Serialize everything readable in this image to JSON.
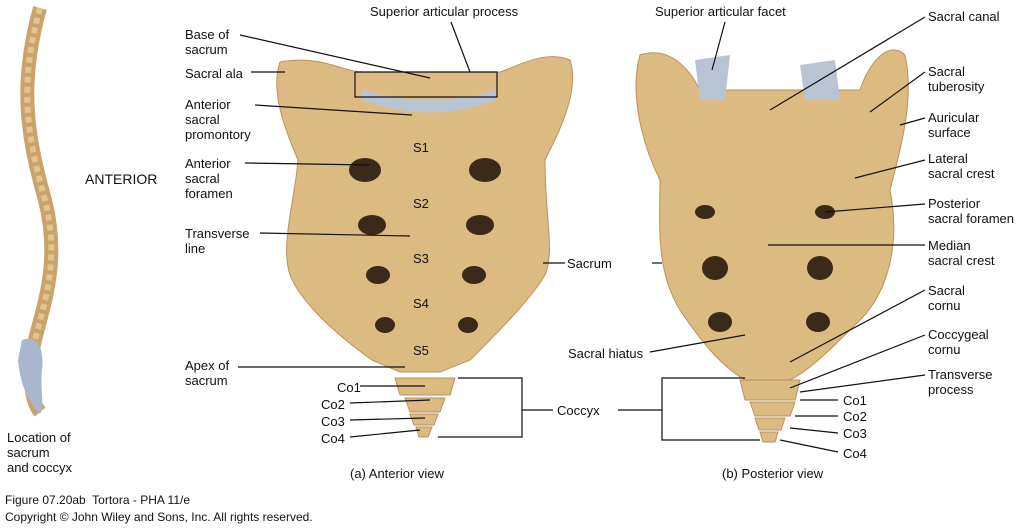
{
  "spine_panel": {
    "orientation": "ANTERIOR",
    "location": "Location of\nsacrum\nand coccyx"
  },
  "anterior": {
    "caption": "(a) Anterior view",
    "labels": {
      "base": "Base of\nsacrum",
      "sup_proc": "Superior articular process",
      "ala": "Sacral ala",
      "promontory": "Anterior\nsacral\npromontory",
      "foramen": "Anterior\nsacral\nforamen",
      "transverse": "Transverse\nline",
      "apex": "Apex of\nsacrum",
      "sacrum": "Sacrum",
      "coccyx": "Coccyx"
    },
    "segments": [
      "S1",
      "S2",
      "S3",
      "S4",
      "S5"
    ],
    "coccygeal": [
      "Co1",
      "Co2",
      "Co3",
      "Co4"
    ]
  },
  "posterior": {
    "caption": "(b) Posterior view",
    "labels": {
      "sup_facet": "Superior articular facet",
      "canal": "Sacral canal",
      "tuberosity": "Sacral\ntuberosity",
      "auricular": "Auricular\nsurface",
      "lateral_crest": "Lateral\nsacral crest",
      "post_foramen": "Posterior\nsacral foramen",
      "median_crest": "Median\nsacral crest",
      "cornu": "Sacral\ncornu",
      "coccygeal_cornu": "Coccygeal\ncornu",
      "transverse_process": "Transverse\nprocess",
      "hiatus": "Sacral hiatus"
    },
    "coccygeal": [
      "Co1",
      "Co2",
      "Co3",
      "Co4"
    ]
  },
  "footer": {
    "figure": "Figure 07.20ab  Tortora - PHA 11/e",
    "copyright": "Copyright © John Wiley and Sons, Inc. All rights reserved."
  },
  "colors": {
    "bone": "#dcbb82",
    "bone_dark": "#b8925a",
    "cartilage": "#b8c4d2"
  }
}
